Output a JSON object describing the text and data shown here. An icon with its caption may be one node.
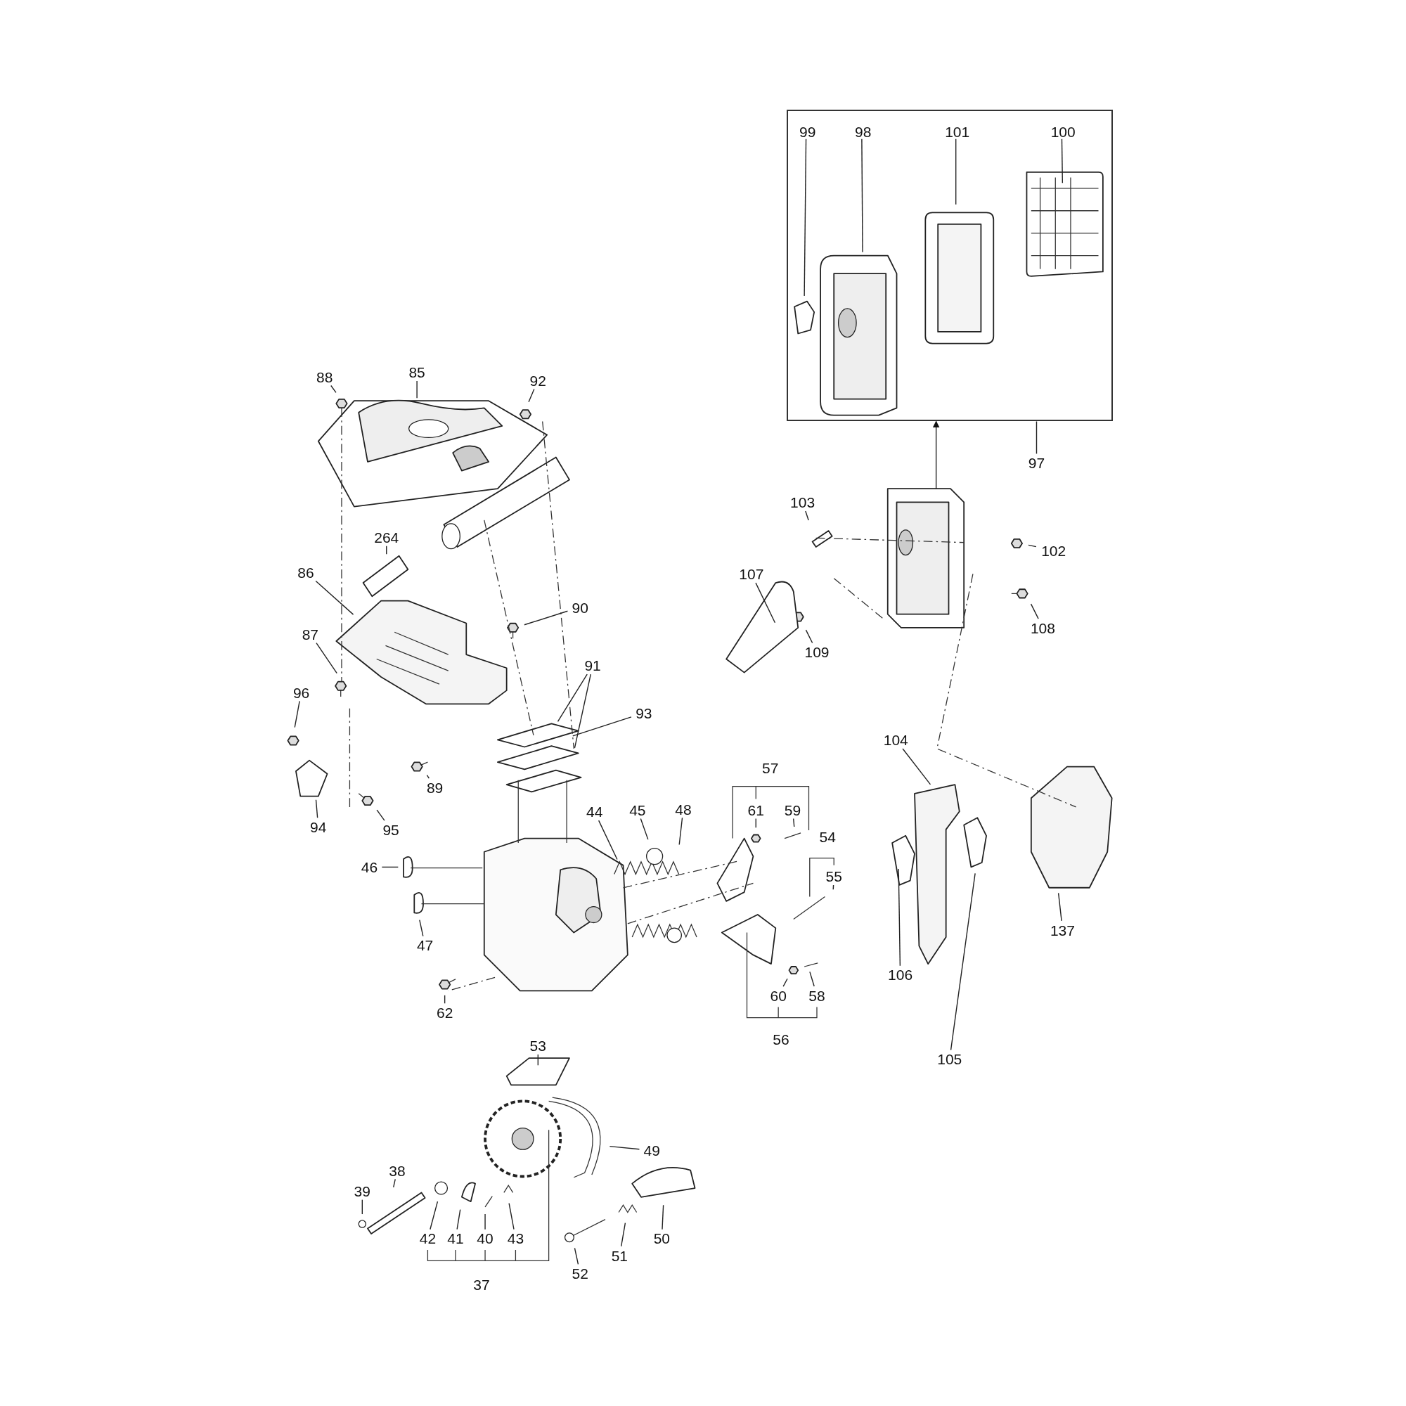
{
  "diagram": {
    "nodes": [
      {
        "text": [],
        "shape": "box"
      },
      {
        "text": [
          "99"
        ],
        "in": 0
      },
      {
        "text": [
          "98"
        ],
        "in": 0
      },
      {
        "text": [
          "101"
        ],
        "in": 0
      },
      {
        "text": [
          "100"
        ],
        "in": 0
      },
      {
        "text": [
          "88"
        ]
      },
      {
        "text": [
          "85"
        ]
      },
      {
        "text": [
          "92"
        ]
      },
      {
        "text": [
          "97"
        ]
      },
      {
        "text": [
          "103"
        ]
      },
      {
        "text": [
          "264"
        ]
      },
      {
        "text": [
          "102"
        ]
      },
      {
        "text": [
          "86"
        ]
      },
      {
        "text": [
          "107"
        ]
      },
      {
        "text": [
          "90"
        ]
      },
      {
        "text": [
          "108"
        ]
      },
      {
        "text": [
          "87"
        ]
      },
      {
        "text": [
          "109"
        ]
      },
      {
        "text": [
          "91"
        ]
      },
      {
        "text": [
          "96"
        ]
      },
      {
        "text": [
          "93"
        ]
      },
      {
        "text": [
          "104"
        ]
      },
      {
        "text": [
          "89"
        ]
      },
      {
        "text": [
          "61"
        ]
      },
      {
        "text": [
          "59"
        ]
      },
      {
        "text": [
          "44"
        ]
      },
      {
        "text": [
          "45"
        ]
      },
      {
        "text": [
          "48"
        ]
      },
      {
        "text": [
          "94"
        ]
      },
      {
        "text": [
          "95"
        ]
      },
      {
        "text": [
          "55"
        ]
      },
      {
        "text": [
          "46"
        ]
      },
      {
        "text": [
          "137"
        ]
      },
      {
        "text": [
          "47"
        ]
      },
      {
        "text": [
          "106"
        ]
      },
      {
        "text": [
          "62"
        ]
      },
      {
        "text": [
          "60"
        ]
      },
      {
        "text": [
          "58"
        ]
      },
      {
        "text": [
          "105"
        ]
      },
      {
        "text": [
          "53"
        ]
      },
      {
        "text": [
          "49"
        ]
      },
      {
        "text": [
          "38"
        ]
      },
      {
        "text": [
          "39"
        ]
      },
      {
        "text": [
          "42"
        ]
      },
      {
        "text": [
          "41"
        ]
      },
      {
        "text": [
          "40"
        ]
      },
      {
        "text": [
          "43"
        ]
      },
      {
        "text": [
          "52"
        ]
      },
      {
        "text": [
          "51"
        ]
      },
      {
        "text": [
          "50"
        ]
      }
    ],
    "edges": [
      {
        "from": null,
        "to": 0,
        "arrow": "to"
      },
      {
        "from": 1,
        "to": null,
        "arrow": "none"
      },
      {
        "from": 2,
        "to": null,
        "arrow": "none"
      },
      {
        "from": 3,
        "to": null,
        "arrow": "none"
      },
      {
        "from": 4,
        "to": null,
        "arrow": "none"
      },
      {
        "from": 5,
        "to": null,
        "arrow": "none"
      },
      {
        "from": 6,
        "to": null,
        "arrow": "none"
      },
      {
        "from": 7,
        "to": null,
        "arrow": "none"
      },
      {
        "from": 8,
        "to": 0,
        "arrow": "none"
      },
      {
        "from": 9,
        "to": null,
        "arrow": "none"
      },
      {
        "from": 10,
        "to": null,
        "arrow": "none"
      },
      {
        "from": 11,
        "to": null,
        "arrow": "none"
      },
      {
        "from": 12,
        "to": null,
        "arrow": "none"
      },
      {
        "from": 13,
        "to": null,
        "arrow": "none"
      },
      {
        "from": 14,
        "to": null,
        "arrow": "none"
      },
      {
        "from": 15,
        "to": null,
        "arrow": "none"
      },
      {
        "from": 16,
        "to": null,
        "arrow": "none"
      },
      {
        "from": 17,
        "to": null,
        "arrow": "none"
      },
      {
        "from": 18,
        "to": null,
        "arrow": "none"
      },
      {
        "from": 18,
        "to": null,
        "arrow": "none"
      },
      {
        "from": 19,
        "to": null,
        "arrow": "none"
      },
      {
        "from": 20,
        "to": null,
        "arrow": "none"
      },
      {
        "from": 21,
        "to": null,
        "arrow": "none"
      },
      {
        "from": 22,
        "to": null,
        "arrow": "none"
      },
      {
        "from": 23,
        "to": null,
        "arrow": "none"
      },
      {
        "from": 24,
        "to": null,
        "arrow": "none"
      },
      {
        "from": 25,
        "to": null,
        "arrow": "none"
      },
      {
        "from": 26,
        "to": null,
        "arrow": "none"
      },
      {
        "from": 27,
        "to": null,
        "arrow": "none"
      },
      {
        "from": 28,
        "to": null,
        "arrow": "none"
      },
      {
        "from": 29,
        "to": null,
        "arrow": "none"
      },
      {
        "from": 30,
        "to": null,
        "arrow": "none"
      },
      {
        "from": 31,
        "to": null,
        "arrow": "none"
      },
      {
        "from": 32,
        "to": null,
        "arrow": "none"
      },
      {
        "from": 33,
        "to": null,
        "arrow": "none"
      },
      {
        "from": 34,
        "to": null,
        "arrow": "none"
      },
      {
        "from": 35,
        "to": null,
        "arrow": "none"
      },
      {
        "from": 36,
        "to": null,
        "arrow": "none"
      },
      {
        "from": 37,
        "to": null,
        "arrow": "none"
      },
      {
        "from": 38,
        "to": null,
        "arrow": "none"
      },
      {
        "from": 39,
        "to": null,
        "arrow": "none"
      },
      {
        "from": 40,
        "to": null,
        "arrow": "none"
      },
      {
        "from": 41,
        "to": null,
        "arrow": "none"
      },
      {
        "from": 42,
        "to": null,
        "arrow": "none"
      },
      {
        "from": 43,
        "to": null,
        "arrow": "none"
      },
      {
        "from": 44,
        "to": null,
        "arrow": "none"
      },
      {
        "from": 45,
        "to": null,
        "arrow": "none"
      },
      {
        "from": 46,
        "to": null,
        "arrow": "none"
      },
      {
        "from": 47,
        "to": null,
        "arrow": "none"
      },
      {
        "from": 48,
        "to": null,
        "arrow": "none"
      },
      {
        "from": 49,
        "to": null,
        "arrow": "none"
      }
    ],
    "labels": [
      "57",
      "54",
      "56",
      "37"
    ]
  }
}
